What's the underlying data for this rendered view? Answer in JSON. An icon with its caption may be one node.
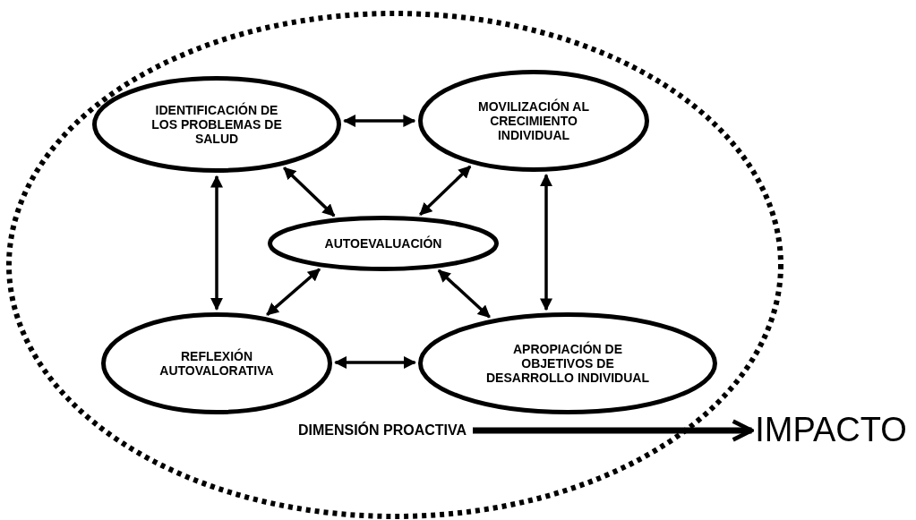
{
  "diagram": {
    "nodes": [
      {
        "text": [
          "IDENTIFICACIÓN DE LOS PROBLEMAS DE SALUD"
        ]
      },
      {
        "text": [
          "MOVILIZACIÓN AL CRECIMIENTO INDIVIDUAL"
        ]
      },
      {
        "text": [
          "AUTOEVALUACIÓN"
        ]
      },
      {
        "text": [
          "REFLEXIÓN AUTOVALORATIVA"
        ]
      },
      {
        "text": [
          "APROPIACIÓN DE OBJETIVOS DE DESARROLLO INDIVIDUAL"
        ]
      },
      {
        "text": [
          "DIMENSIÓN PROACTIVA"
        ]
      },
      {
        "text": [
          "IMPACTO"
        ]
      }
    ],
    "edges": [
      {
        "from": 0,
        "to": 1,
        "arrow": "both"
      },
      {
        "from": 0,
        "to": 3,
        "arrow": "both"
      },
      {
        "from": 1,
        "to": 4,
        "arrow": "both"
      },
      {
        "from": 0,
        "to": 2,
        "arrow": "both"
      },
      {
        "from": 1,
        "to": 2,
        "arrow": "both"
      },
      {
        "from": 3,
        "to": 2,
        "arrow": "both"
      },
      {
        "from": 4,
        "to": 2,
        "arrow": "both"
      },
      {
        "from": 3,
        "to": 4,
        "arrow": "both"
      },
      {
        "from": 5,
        "to": 6,
        "arrow": "to",
        "style": "thick"
      }
    ]
  }
}
